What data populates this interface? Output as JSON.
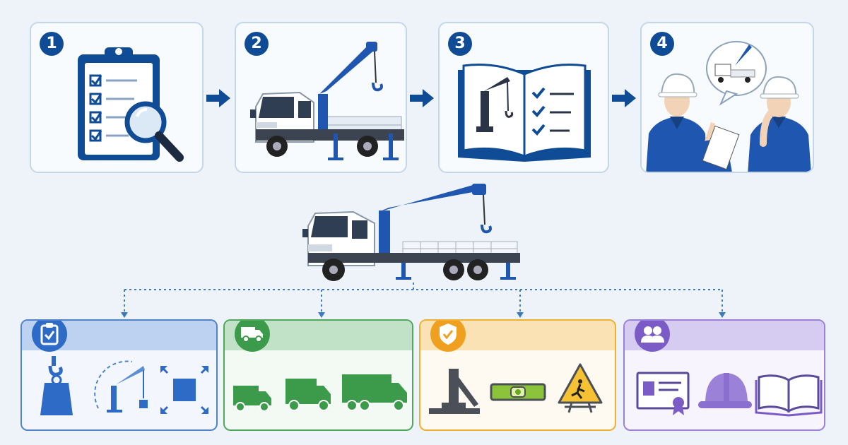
{
  "steps": [
    {
      "number": "1",
      "icon": "clipboard-checklist-magnifier-icon"
    },
    {
      "number": "2",
      "icon": "crane-truck-icon"
    },
    {
      "number": "3",
      "icon": "manual-book-icon"
    },
    {
      "number": "4",
      "icon": "workers-discussion-icon"
    }
  ],
  "categories": [
    {
      "icon": "checklist-icon",
      "color": "#2e6bc7",
      "items": [
        "hook-load-icon",
        "crane-radius-icon",
        "size-expand-icon"
      ]
    },
    {
      "icon": "truck-icon",
      "color": "#3b9b4a",
      "items": [
        "small-truck-icon",
        "medium-truck-icon",
        "large-truck-icon"
      ]
    },
    {
      "icon": "shield-check-icon",
      "color": "#f0a020",
      "items": [
        "outrigger-icon",
        "level-icon",
        "wet-floor-warning-icon"
      ]
    },
    {
      "icon": "people-icon",
      "color": "#7b5cc6",
      "items": [
        "certificate-icon",
        "hard-hat-icon",
        "open-book-icon"
      ]
    }
  ],
  "colors": {
    "primary": "#0f4c95",
    "crane": "#1e56b0",
    "green": "#3b9b4a",
    "orange": "#f0a020",
    "purple": "#7b5cc6"
  }
}
